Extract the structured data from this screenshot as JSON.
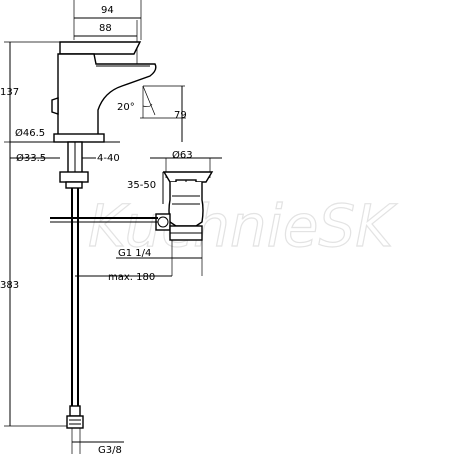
{
  "watermark": "KuchnieSK",
  "dimensions": {
    "top_width": "94",
    "spout_width": "88",
    "height_body": "137",
    "spout_angle": "20°",
    "spout_height": "79",
    "base_diameter": "Ø46.5",
    "shank_diameter": "Ø33.5",
    "thickness": "4-40",
    "drain_diameter": "Ø63",
    "drain_range": "35-50",
    "drain_thread": "G1 1/4",
    "max_length": "max. 180",
    "total_height": "383",
    "hose_thread": "G3/8"
  }
}
